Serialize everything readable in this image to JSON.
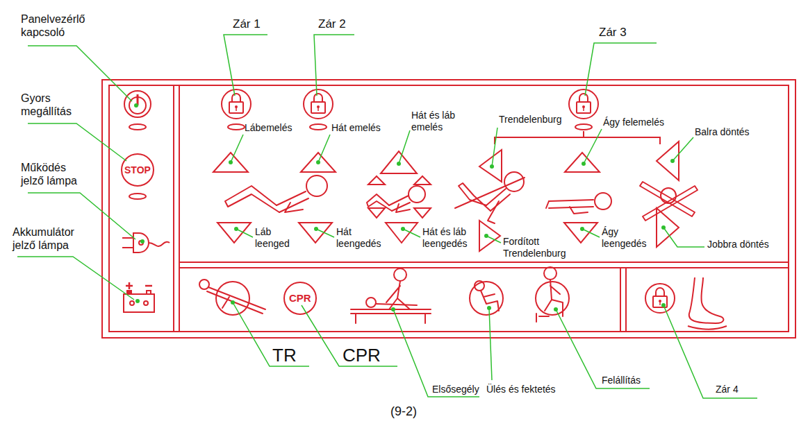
{
  "diagram": {
    "caption": "(9-2)",
    "labels": [
      "Panelvezérlő kapcsoló",
      "Gyors megállítás",
      "Működés jelző lámpa",
      "Akkumulátor jelző lámpa",
      "Zár 1",
      "Zár 2",
      "Zár 3",
      "Lábemelés",
      "Hát emelés",
      "Hát és láb emelés",
      "Trendelenburg",
      "Ágy felemelés",
      "Balra döntés",
      "STOP",
      "Láb leenged",
      "Hát leengedés",
      "Hát és láb leengedés",
      "Fordított Trendelenburg",
      "Ágy leengedés",
      "Jobbra döntés",
      "CPR",
      "TR",
      "CPR",
      "Elsősegély",
      "Ülés és fektetés",
      "Felállítás",
      "Zár 4"
    ]
  }
}
